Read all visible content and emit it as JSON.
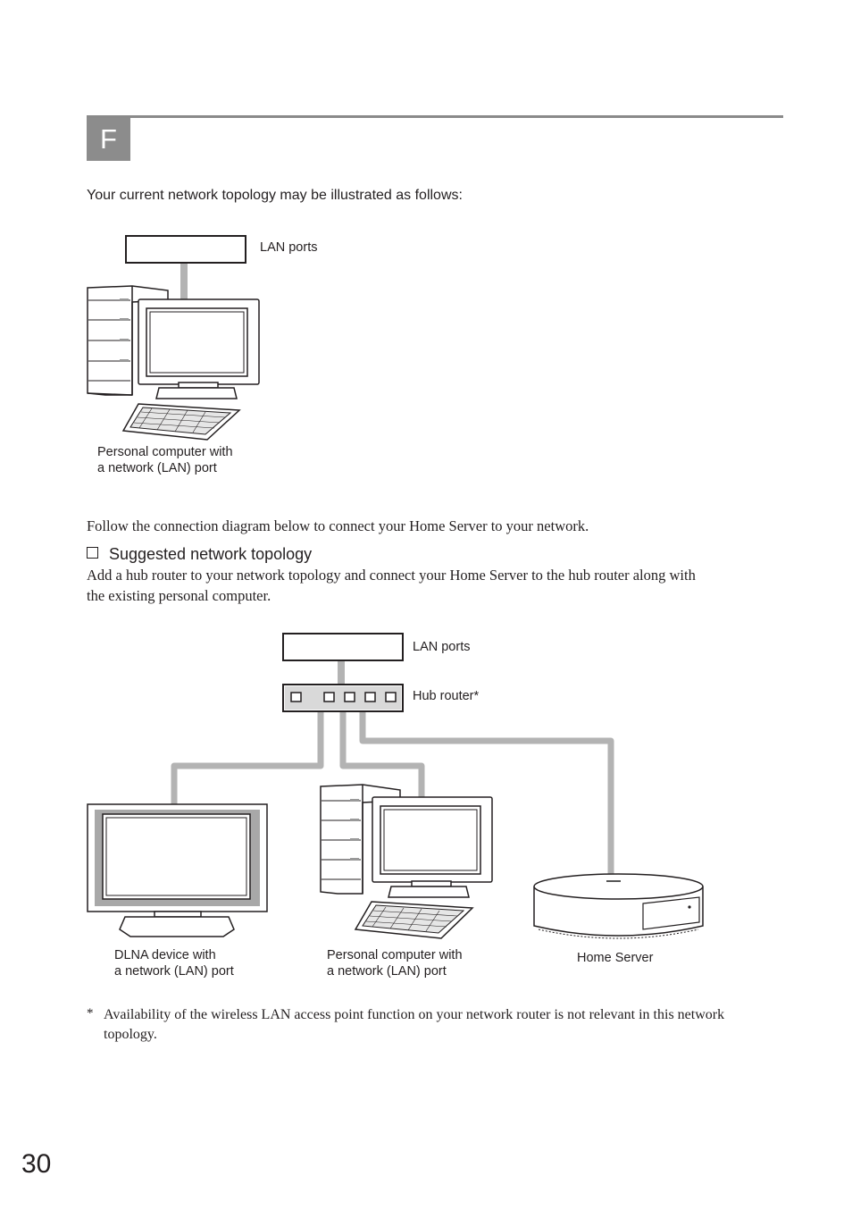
{
  "section": {
    "letter": "F"
  },
  "intro_text": "Your current network topology may be illustrated as follows:",
  "diagram1": {
    "lan_ports_label": "LAN ports",
    "pc_label_line1": "Personal computer with",
    "pc_label_line2": "a network (LAN) port"
  },
  "follow_text": "Follow the connection diagram below to connect your Home Server to your network.",
  "suggested": {
    "heading": "Suggested network topology",
    "body_line1": "Add a hub router to your network topology and connect your Home Server to the hub router along with",
    "body_line2": "the existing personal computer."
  },
  "diagram2": {
    "lan_ports_label": "LAN ports",
    "hub_router_label": "Hub router*",
    "dlna_label_line1": "DLNA device with",
    "dlna_label_line2": "a network (LAN) port",
    "pc_label_line1": "Personal computer with",
    "pc_label_line2": "a network (LAN) port",
    "home_server_label": "Home Server"
  },
  "footnote": {
    "marker": "*",
    "line1": "Availability of the wireless LAN access point function on your network router is not relevant in this network",
    "line2": "topology."
  },
  "page_number": "30"
}
